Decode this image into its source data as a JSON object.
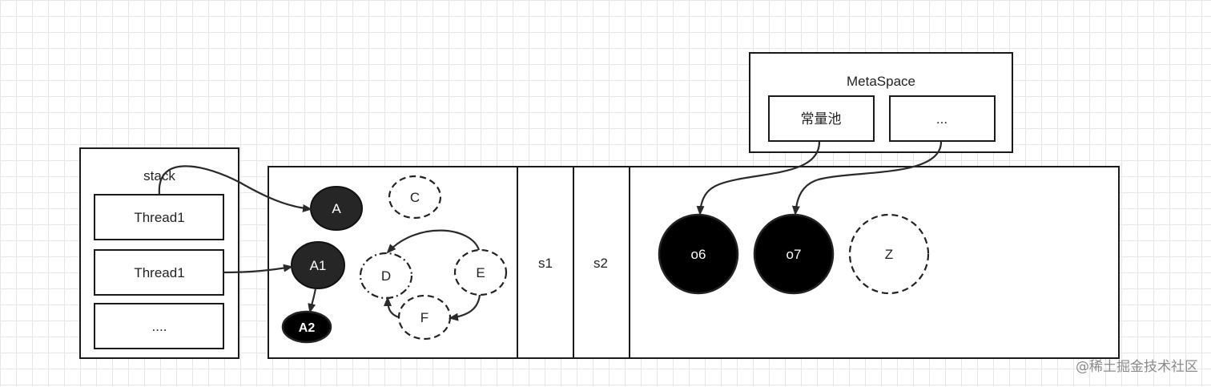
{
  "diagram": {
    "stack": {
      "label": "stack",
      "threads": [
        "Thread1",
        "Thread1",
        "...."
      ]
    },
    "heap": {
      "eden_objects": {
        "A": "A",
        "C": "C",
        "A1": "A1",
        "A2": "A2",
        "D": "D",
        "E": "E",
        "F": "F"
      },
      "survivor1": "s1",
      "survivor2": "s2",
      "old_objects": {
        "o6": "o6",
        "o7": "o7",
        "Z": "Z"
      }
    },
    "metaspace": {
      "label": "MetaSpace",
      "constant_pool": "常量池",
      "more": "..."
    }
  },
  "watermark": "@稀土掘金技术社区",
  "colors": {
    "reachable": "#262626",
    "old_reachable": "#000000",
    "unreachable_outline": "#222222",
    "grid": "#e6e6e6"
  }
}
